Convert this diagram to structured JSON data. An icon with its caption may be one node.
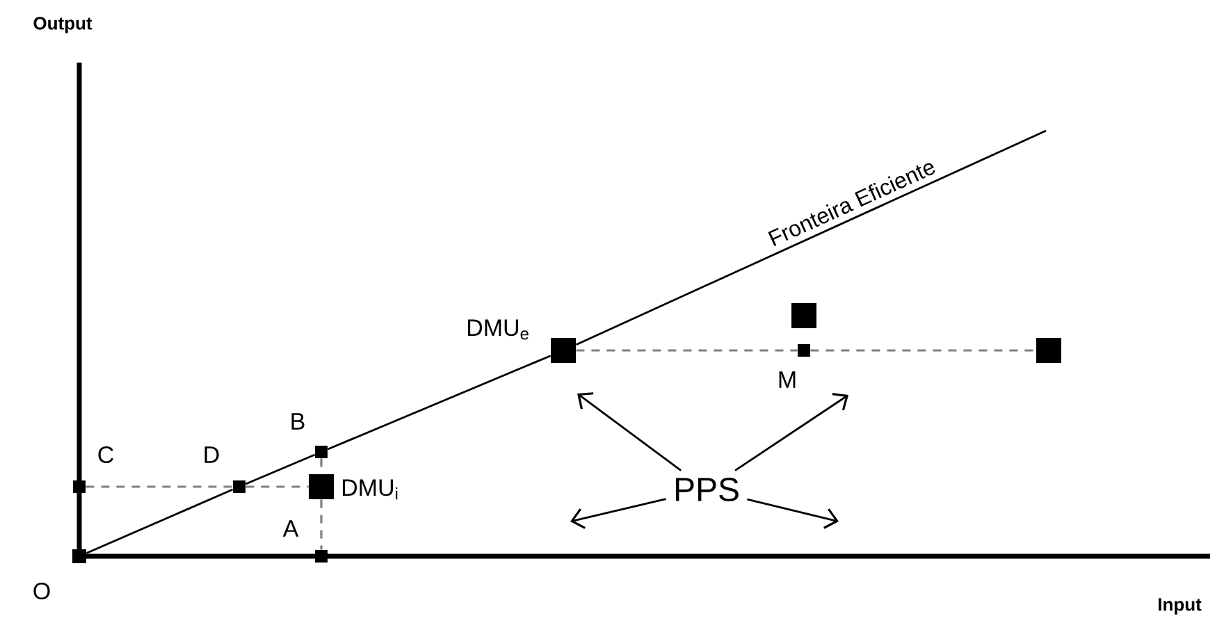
{
  "diagram": {
    "nodes": [
      {
        "text": [],
        "shape": "box",
        "beside": [
          "O"
        ]
      },
      {
        "text": [],
        "shape": "box",
        "beside": [
          "C"
        ]
      },
      {
        "text": [],
        "shape": "box",
        "beside": [
          "D"
        ]
      },
      {
        "text": [],
        "shape": "box",
        "beside": [
          "DMU$_{i}$"
        ]
      },
      {
        "text": [],
        "shape": "box",
        "beside": [
          "B"
        ]
      },
      {
        "text": [],
        "shape": "box",
        "beside": [
          "A"
        ]
      },
      {
        "text": [],
        "shape": "box",
        "beside": [
          "DMU$_{e}$"
        ]
      },
      {
        "text": [],
        "shape": "box"
      },
      {
        "text": [],
        "shape": "box",
        "beside": [
          "M"
        ]
      },
      {
        "text": [],
        "shape": "box"
      },
      {
        "text": [
          "PPS"
        ]
      }
    ],
    "edges": [
      {
        "from": 1,
        "to": 2,
        "arrow": "none",
        "style": "dashed",
        "color": "#808080"
      },
      {
        "from": 2,
        "to": 3,
        "arrow": "none",
        "style": "dashed",
        "color": "#808080"
      },
      {
        "from": 4,
        "to": 3,
        "arrow": "none",
        "style": "dashed",
        "color": "#808080"
      },
      {
        "from": 3,
        "to": 5,
        "arrow": "none",
        "style": "dashed",
        "color": "#808080"
      },
      {
        "from": 6,
        "to": 8,
        "arrow": "none",
        "style": "dashed",
        "color": "#808080"
      },
      {
        "from": 8,
        "to": 9,
        "arrow": "none",
        "style": "dashed",
        "color": "#808080"
      },
      {
        "from": 0,
        "to": 2,
        "arrow": "none"
      },
      {
        "from": 2,
        "to": 4,
        "arrow": "none"
      },
      {
        "from": 4,
        "to": 6,
        "arrow": "none"
      },
      {
        "from": 6,
        "to": null,
        "arrow": "none",
        "label": "Fronteira Eficiente"
      },
      {
        "from": 10,
        "to": null,
        "arrow": "to"
      },
      {
        "from": 10,
        "to": null,
        "arrow": "to"
      },
      {
        "from": 10,
        "to": null,
        "arrow": "to"
      },
      {
        "from": 10,
        "to": null,
        "arrow": "to"
      }
    ],
    "labels": [
      "Output",
      "Input"
    ]
  }
}
